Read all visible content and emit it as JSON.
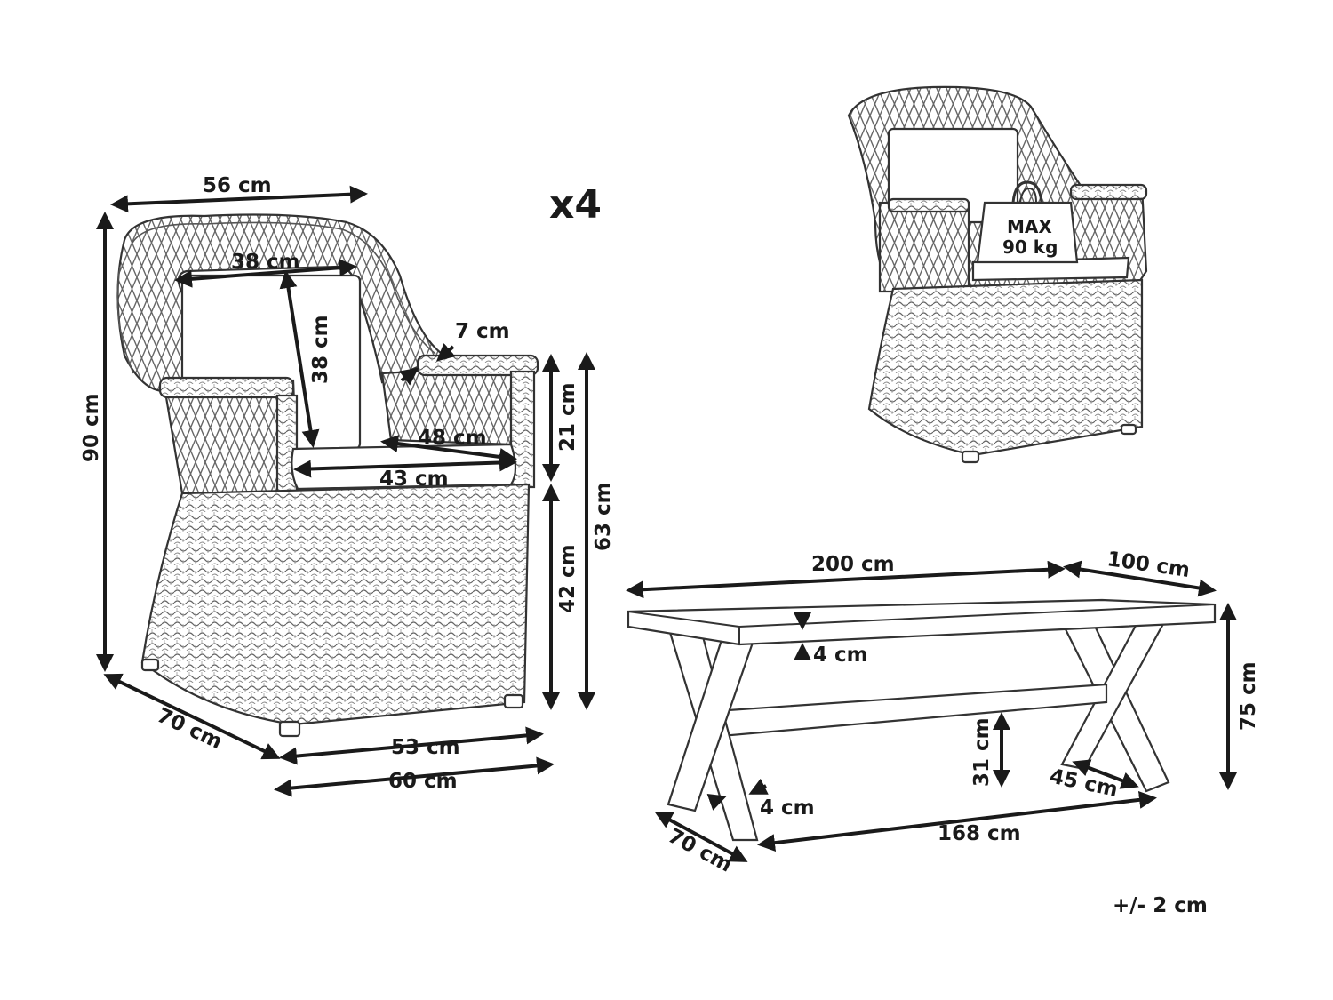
{
  "quantity_label": "x4",
  "load_label_line1": "MAX",
  "load_label_line2": "90 kg",
  "tolerance_label": "+/- 2 cm",
  "chair": {
    "width_top": "56 cm",
    "height_total": "90 cm",
    "backrest_width": "38 cm",
    "backrest_height": "38 cm",
    "armrest_width": "7 cm",
    "armrest_height": "21 cm",
    "seat_depth": "48 cm",
    "seat_width": "43 cm",
    "seat_height": "42 cm",
    "armrest_total_height": "63 cm",
    "depth": "70 cm",
    "base_width": "53 cm",
    "overall_width": "60 cm"
  },
  "table": {
    "length": "200 cm",
    "width": "100 cm",
    "top_thickness": "4 cm",
    "height": "75 cm",
    "stretcher_height": "31 cm",
    "leg_spread": "45 cm",
    "leg_thickness": "4 cm",
    "depth": "70 cm",
    "inner_length": "168 cm"
  }
}
